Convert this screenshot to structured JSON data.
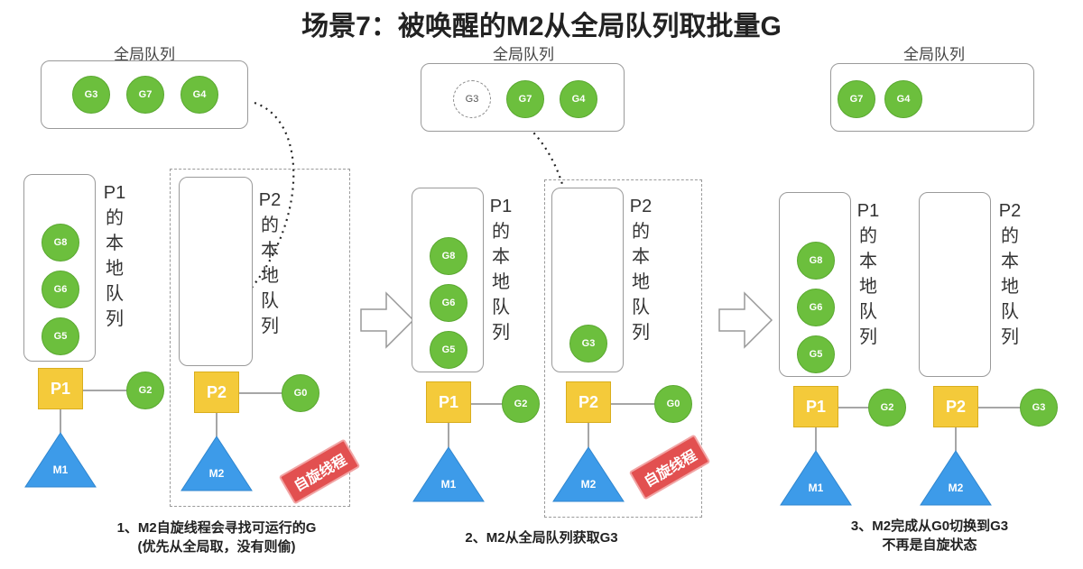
{
  "title": "场景7：被唤醒的M2从全局队列取批量G",
  "global_queue_label": "全局队列",
  "panels": [
    {
      "global_queue": [
        "G3",
        "G7",
        "G4"
      ],
      "p1": {
        "label": "P1",
        "queue_label": [
          "P1",
          "的",
          "本",
          "地",
          "队",
          "列"
        ],
        "local": [
          "G8",
          "G6",
          "G5"
        ],
        "running": "G2",
        "machine": "M1"
      },
      "p2": {
        "label": "P2",
        "queue_label": [
          "P2",
          "的",
          "本",
          "地",
          "队",
          "列"
        ],
        "local": [],
        "running": "G0",
        "machine": "M2"
      },
      "stamp": "自旋线程",
      "caption": [
        "1、M2自旋线程会寻找可运行的G",
        "(优先从全局取，没有则偷)"
      ]
    },
    {
      "global_queue": [
        "G3",
        "G7",
        "G4"
      ],
      "ghost": "G3",
      "p1": {
        "label": "P1",
        "queue_label": [
          "P1",
          "的",
          "本",
          "地",
          "队",
          "列"
        ],
        "local": [
          "G8",
          "G6",
          "G5"
        ],
        "running": "G2",
        "machine": "M1"
      },
      "p2": {
        "label": "P2",
        "queue_label": [
          "P2",
          "的",
          "本",
          "地",
          "队",
          "列"
        ],
        "local": [
          "G3"
        ],
        "running": "G0",
        "machine": "M2"
      },
      "stamp": "自旋线程",
      "caption": [
        "2、M2从全局队列获取G3"
      ]
    },
    {
      "global_queue": [
        "G7",
        "G4"
      ],
      "p1": {
        "label": "P1",
        "queue_label": [
          "P1",
          "的",
          "本",
          "地",
          "队",
          "列"
        ],
        "local": [
          "G8",
          "G6",
          "G5"
        ],
        "running": "G2",
        "machine": "M1"
      },
      "p2": {
        "label": "P2",
        "queue_label": [
          "P2",
          "的",
          "本",
          "地",
          "队",
          "列"
        ],
        "local": [],
        "running": "G3",
        "machine": "M2"
      },
      "caption": [
        "3、M2完成从G0切换到G3",
        "不再是自旋状态"
      ]
    }
  ],
  "colors": {
    "goroutine": "#6cbf3d",
    "processor": "#f4ca3a",
    "machine": "#3d9be9",
    "stamp": "#e25050"
  }
}
